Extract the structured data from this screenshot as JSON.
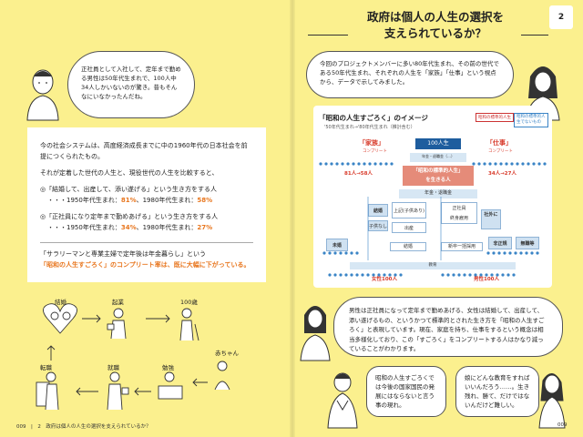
{
  "header": {
    "title_line1": "政府は個人の人生の選択を",
    "title_line2": "支えられているか？",
    "chapter_number": "2"
  },
  "left_page": {
    "speech_bubble_top": "正社員として入社して、定年まで勤める男性は50年代生まれで、100人中34人しかいないのが驚き。昔もそんなにいなかったんだね。",
    "info_box": {
      "para1": "今の社会システムは、高度経済成長までに中の1960年代の日本社会を前提につくられたもの。",
      "para2": "それが定着した世代の人生と、現役世代の人生を比較すると、",
      "item1_label": "◎「結婚して、出産して、添い遂げる」という生き方をする人",
      "item1_values_prefix": "・・・1950年代生まれ：",
      "item1_value_a": "81%",
      "item1_values_mid": "、1980年代生まれ：",
      "item1_value_b": "58%",
      "item2_label": "◎「正社員になり定年まで勤めあげる」という生き方をする人",
      "item2_values_prefix": "・・・1950年代生まれ：",
      "item2_value_a": "34%",
      "item2_values_mid": "、1980年代生まれ：",
      "item2_value_b": "27%",
      "para3": "「サラリーマンと専業主婦で定年後は年金暮らし」という",
      "para4": "「昭和の人生すごろく」のコンプリート率は、既に大幅に下がっている。"
    },
    "life_stages": {
      "marriage": "結婚",
      "startup": "起業",
      "age100": "100歳",
      "job_change": "転職",
      "employment": "就職",
      "study": "勉強",
      "baby": "赤ちゃん"
    },
    "folio": "009　|　2　政府は個人の人生の選択を支えられているか？"
  },
  "right_page": {
    "speech_bubble_top": "今回のプロジェクトメンバーに多い80年代生まれ、その前の世代である50年代生まれ、それぞれの人生を「家族」「仕事」という視点から、データで示してみました。",
    "diagram": {
      "title": "「昭和の人生すごろく」のイメージ",
      "subtitle": "'50年代生まれ→'80年代生まれ（推計含む）",
      "tag_ideal": "昭和の標準的人生",
      "tag_other": "昭和の標準的人生でないもの",
      "family_label": "「家族」",
      "family_sub": "コンプリート",
      "work_label": "「仕事」",
      "work_sub": "コンプリート",
      "family_count": "81人→58人",
      "work_count": "34人→27人",
      "people100": "100人生",
      "center_box1": "「昭和の標準的人生」",
      "center_box2": "を生きる人",
      "pension": "年金・退職金",
      "marriage": "結婚",
      "child": "子供なし",
      "parent": "出産",
      "single": "未婚",
      "regular": "正社員",
      "lifetime": "終身雇用",
      "shaigai": "社外に",
      "newgrad": "新卒一括採用",
      "nonregular": "非正規",
      "unemployed": "無職等",
      "education": "教育",
      "female100": "女性100人",
      "male100": "男性100人"
    },
    "bottom_bubble": "男性は正社員になって定年まで勤めあげる、女性は結婚して、出産して、添い遂げるもの、というかつて標準的とされた生き方を「昭和の人生すごろく」と表現しています。現在、家庭を持ち、仕事をするという概念は相当多様化しており、この「すごろく」をコンプリートする人はかなり減っていることがわかります。",
    "bubble_left": "昭和の人生すごろくでは今後の国家国民の発展にはならないと言う事の現れ。",
    "bubble_right": "娘にどんな教育をすればいいんだろう……。生き残れ、勝て、だけではないんだけど難しい。",
    "folio": "009"
  }
}
